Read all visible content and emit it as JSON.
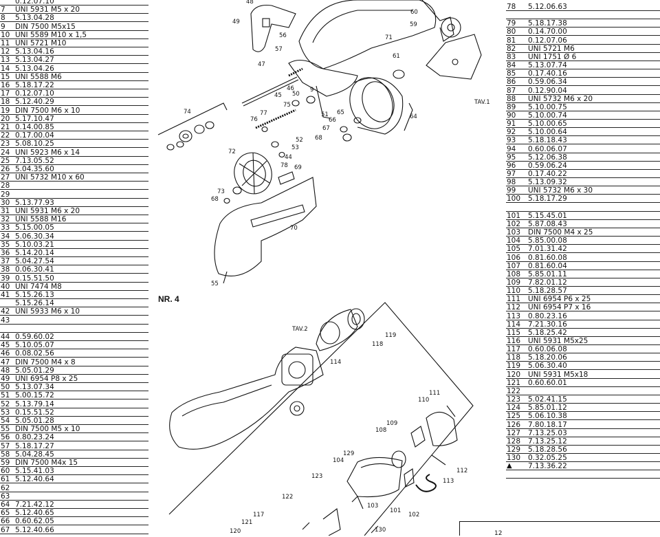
{
  "left_table": [
    {
      "n": "",
      "c": "0.12.07.10"
    },
    {
      "n": "7",
      "c": "UNI 5931 M5 x 20"
    },
    {
      "n": "8",
      "c": "5.13.04.28"
    },
    {
      "n": "9",
      "c": "DIN 7500 M5x15"
    },
    {
      "n": "10",
      "c": "UNI 5589 M10 x 1,5"
    },
    {
      "n": "11",
      "c": "UNI 5721 M10"
    },
    {
      "n": "12",
      "c": "5.13.04.16"
    },
    {
      "n": "13",
      "c": "5.13.04.27"
    },
    {
      "n": "14",
      "c": "5.13.04.26"
    },
    {
      "n": "15",
      "c": "UNI 5588 M6"
    },
    {
      "n": "16",
      "c": "5.18.17.22"
    },
    {
      "n": "17",
      "c": "0.12.07.10"
    },
    {
      "n": "18",
      "c": "5.12.40.29"
    },
    {
      "n": "19",
      "c": "DIN 7500 M6 x 10"
    },
    {
      "n": "20",
      "c": "5.17.10.47"
    },
    {
      "n": "21",
      "c": "0.14.00.85"
    },
    {
      "n": "22",
      "c": "0.17.00.04"
    },
    {
      "n": "23",
      "c": "5.08.10.25"
    },
    {
      "n": "24",
      "c": "UNI 5923 M6 x 14"
    },
    {
      "n": "25",
      "c": "7.13.05.52"
    },
    {
      "n": "26",
      "c": "5.04.35.60"
    },
    {
      "n": "27",
      "c": "UNI 5732 M10 x 60"
    },
    {
      "n": "28",
      "c": ""
    },
    {
      "n": "29",
      "c": ""
    },
    {
      "n": "30",
      "c": "5.13.77.93"
    },
    {
      "n": "31",
      "c": "UNI 5931 M6 x 20"
    },
    {
      "n": "32",
      "c": "UNI 5588 M16"
    },
    {
      "n": "33",
      "c": "5.15.00.05"
    },
    {
      "n": "34",
      "c": "5.06.30.34"
    },
    {
      "n": "35",
      "c": "5.10.03.21"
    },
    {
      "n": "36",
      "c": "5.14.20.14"
    },
    {
      "n": "37",
      "c": "5.04.27.54"
    },
    {
      "n": "38",
      "c": "0.06.30.41"
    },
    {
      "n": "39",
      "c": "0.15.51.50"
    },
    {
      "n": "40",
      "c": "UNI 7474 M8"
    },
    {
      "n": "41",
      "c": "5.15.26.13"
    },
    {
      "n": "",
      "c": "5.15.26.14"
    },
    {
      "n": "42",
      "c": "UNI 5933 M6 x 10"
    },
    {
      "n": "43",
      "c": ""
    },
    {
      "n": "",
      "c": ""
    },
    {
      "n": "44",
      "c": "0.59.60.02"
    },
    {
      "n": "45",
      "c": "5.10.05.07"
    },
    {
      "n": "46",
      "c": "0.08.02.56"
    },
    {
      "n": "47",
      "c": "DIN 7500 M4 x 8"
    },
    {
      "n": "48",
      "c": "5.05.01.29"
    },
    {
      "n": "49",
      "c": "UNI 6954 P8 x 25"
    },
    {
      "n": "50",
      "c": "5.13.07.34"
    },
    {
      "n": "51",
      "c": "5.00.15.72"
    },
    {
      "n": "52",
      "c": "5.13.79.14"
    },
    {
      "n": "53",
      "c": "0.15.51.52"
    },
    {
      "n": "54",
      "c": "5.05.01.28"
    },
    {
      "n": "55",
      "c": "DIN 7500 M5 x 10"
    },
    {
      "n": "56",
      "c": "0.80.23.24"
    },
    {
      "n": "57",
      "c": "5.18.17.27"
    },
    {
      "n": "58",
      "c": "5.04.28.45"
    },
    {
      "n": "59",
      "c": "DIN 7500 M4x 15"
    },
    {
      "n": "60",
      "c": "5.15.41.03"
    },
    {
      "n": "61",
      "c": "5.12.40.64"
    },
    {
      "n": "62",
      "c": ""
    },
    {
      "n": "63",
      "c": ""
    },
    {
      "n": "64",
      "c": "7.21.42.12"
    },
    {
      "n": "65",
      "c": "5.12.40.65"
    },
    {
      "n": "66",
      "c": "0.60.62.05"
    },
    {
      "n": "67",
      "c": "5.12.40.66"
    }
  ],
  "right_table": [
    {
      "n": "78",
      "c": "5.12.06.63"
    },
    {
      "n": "",
      "c": ""
    },
    {
      "n": "79",
      "c": "5.18.17.38"
    },
    {
      "n": "80",
      "c": "0.14.70.00"
    },
    {
      "n": "81",
      "c": "0.12.07.06"
    },
    {
      "n": "82",
      "c": "UNI 5721 M6"
    },
    {
      "n": "83",
      "c": "UNI 1751 Ø 6"
    },
    {
      "n": "84",
      "c": "5.13.07.74"
    },
    {
      "n": "85",
      "c": "0.17.40.16"
    },
    {
      "n": "86",
      "c": "0.59.06.34"
    },
    {
      "n": "87",
      "c": "0.12.90.04"
    },
    {
      "n": "88",
      "c": "UNI 5732 M6 x 20"
    },
    {
      "n": "89",
      "c": "5.10.00.75"
    },
    {
      "n": "90",
      "c": "5.10.00.74"
    },
    {
      "n": "91",
      "c": "5.10.00.65"
    },
    {
      "n": "92",
      "c": "5.10.00.64"
    },
    {
      "n": "93",
      "c": "5.18.18.43"
    },
    {
      "n": "94",
      "c": "0.60.06.07"
    },
    {
      "n": "95",
      "c": "5.12.06.38"
    },
    {
      "n": "96",
      "c": "0.59.06.24"
    },
    {
      "n": "97",
      "c": "0.17.40.22"
    },
    {
      "n": "98",
      "c": "5.13.09.32"
    },
    {
      "n": "99",
      "c": "UNI 5732 M6 x 30"
    },
    {
      "n": "100",
      "c": "5.18.17.29"
    },
    {
      "n": "",
      "c": ""
    },
    {
      "n": "101",
      "c": "5.15.45.01"
    },
    {
      "n": "102",
      "c": "5.87.08.43"
    },
    {
      "n": "103",
      "c": "DIN 7500 M4 x 25"
    },
    {
      "n": "104",
      "c": "5.85.00.08"
    },
    {
      "n": "105",
      "c": "7.01.31.42"
    },
    {
      "n": "106",
      "c": "0.81.60.08"
    },
    {
      "n": "107",
      "c": "0.81.60.04"
    },
    {
      "n": "108",
      "c": "5.85.01.11"
    },
    {
      "n": "109",
      "c": "7.82.01.12"
    },
    {
      "n": "110",
      "c": "5.18.28.57"
    },
    {
      "n": "111",
      "c": "UNI 6954 P6 x 25"
    },
    {
      "n": "112",
      "c": "UNI 6954 P7 x 16"
    },
    {
      "n": "113",
      "c": "0.80.23.16"
    },
    {
      "n": "114",
      "c": "7.21.30.16"
    },
    {
      "n": "115",
      "c": "5.18.25.42"
    },
    {
      "n": "116",
      "c": "UNI 5931 M5x25"
    },
    {
      "n": "117",
      "c": "0.60.06.08"
    },
    {
      "n": "118",
      "c": "5.18.20.06"
    },
    {
      "n": "119",
      "c": "5.06.30.40"
    },
    {
      "n": "120",
      "c": "UNI 5931 M5x18"
    },
    {
      "n": "121",
      "c": "0.60.60.01"
    },
    {
      "n": "122",
      "c": ""
    },
    {
      "n": "123",
      "c": "5.02.41.15"
    },
    {
      "n": "124",
      "c": "5.85.01.12"
    },
    {
      "n": "125",
      "c": "5.06.10.38"
    },
    {
      "n": "126",
      "c": "7.80.18.17"
    },
    {
      "n": "127",
      "c": "7.13.25.03"
    },
    {
      "n": "128",
      "c": "7.13.25.12"
    },
    {
      "n": "129",
      "c": "5.18.28.56"
    },
    {
      "n": "130",
      "c": "0.32.05.25"
    },
    {
      "n": "▲",
      "c": "7.13.36.22"
    },
    {
      "n": "",
      "c": ""
    }
  ],
  "drawing_labels": {
    "l48": "48",
    "l49": "49",
    "l60": "60",
    "l59": "59",
    "l56": "56",
    "l71": "71",
    "l57": "57",
    "l47": "47",
    "l61": "61",
    "l46": "46",
    "l9": "9",
    "l50": "50",
    "l45": "45",
    "l75": "75",
    "l77": "77",
    "l76": "76",
    "l74": "74",
    "l51": "51",
    "l65": "65",
    "l66": "66",
    "l67": "67",
    "l68a": "68",
    "l52": "52",
    "l53": "53",
    "l72": "72",
    "l44": "44",
    "l78": "78",
    "l69": "69",
    "l64": "64",
    "l73": "73",
    "l68b": "68",
    "l70": "70",
    "l55": "55",
    "tav1": "TAV.1",
    "tav2": "TAV.2",
    "l119": "119",
    "l118": "118",
    "l114": "114",
    "l111": "111",
    "l110": "110",
    "l109": "109",
    "l108": "108",
    "l112": "112",
    "l113": "113",
    "l129": "129",
    "l104": "104",
    "l123": "123",
    "l122": "122",
    "l117": "117",
    "l121": "121",
    "l120": "120",
    "l130": "130",
    "l101": "101",
    "l102": "102",
    "l103": "103"
  },
  "section_title": "NR. 4",
  "corner_mark": "12"
}
